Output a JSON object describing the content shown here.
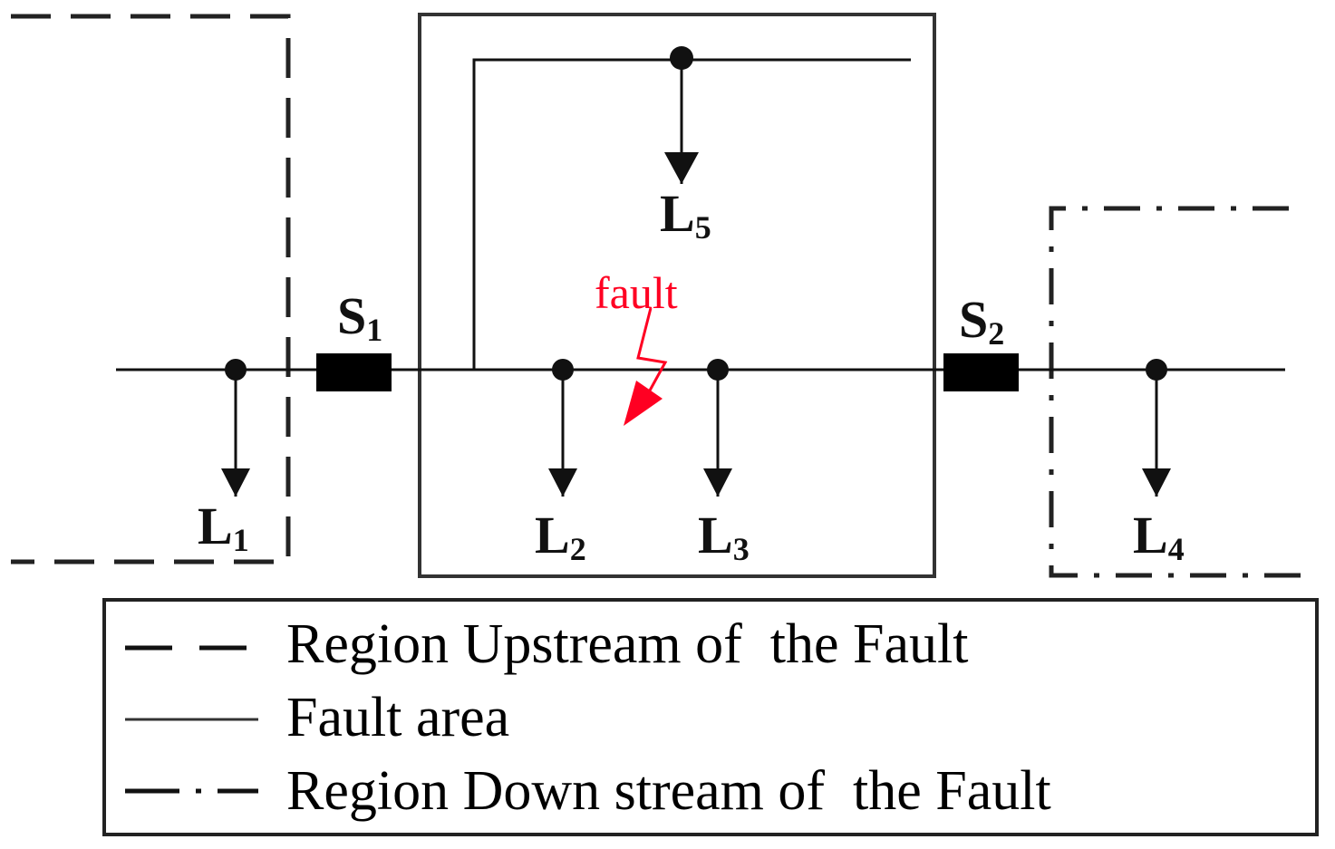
{
  "switches": [
    {
      "id": "S1",
      "letter": "S",
      "sub": "1"
    },
    {
      "id": "S2",
      "letter": "S",
      "sub": "2"
    }
  ],
  "loads": [
    {
      "id": "L1",
      "letter": "L",
      "sub": "1"
    },
    {
      "id": "L2",
      "letter": "L",
      "sub": "2"
    },
    {
      "id": "L3",
      "letter": "L",
      "sub": "3"
    },
    {
      "id": "L4",
      "letter": "L",
      "sub": "4"
    },
    {
      "id": "L5",
      "letter": "L",
      "sub": "5"
    }
  ],
  "fault": {
    "label": "fault",
    "color": "#ff0022"
  },
  "legend": [
    {
      "style": "dashed",
      "text": "Region Upstream of  the Fault"
    },
    {
      "style": "solid",
      "text": "Fault area"
    },
    {
      "style": "dash-dot",
      "text": "Region Down stream of  the Fault"
    }
  ],
  "colors": {
    "line": "#111111",
    "region_border": "#222222",
    "fault": "#ff0022"
  }
}
